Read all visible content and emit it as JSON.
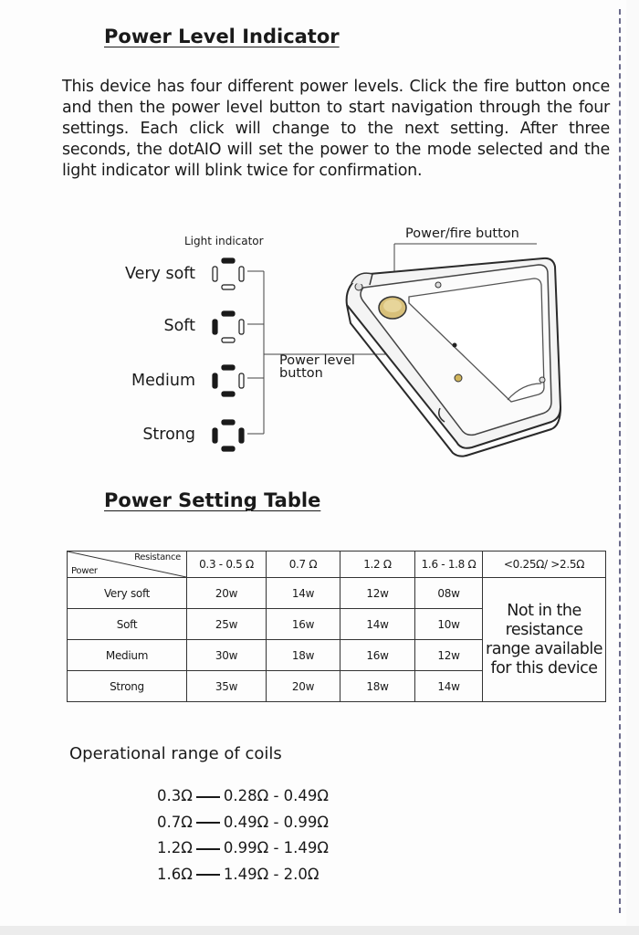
{
  "title": "Power Level Indicator",
  "intro": "This device has four different power levels. Click the fire button once and then the power level button to start navigation through the four settings. Each click will change to the next setting. After three seconds, the dotAIO will set the power to the mode selected and the light indicator will blink twice for confirmation.",
  "diagram": {
    "light_indicator_label": "Light indicator",
    "levels": [
      "Very soft",
      "Soft",
      "Medium",
      "Strong"
    ],
    "lit_segments": [
      1,
      2,
      3,
      4
    ],
    "power_level_button_label": "Power level\nbutton",
    "power_fire_button_label": "Power/fire button"
  },
  "table": {
    "title": "Power Setting Table",
    "corner_top": "Resistance",
    "corner_bottom": "Power",
    "columns": [
      "0.3 - 0.5 Ω",
      "0.7 Ω",
      "1.2 Ω",
      "1.6 - 1.8 Ω",
      "<0.25Ω/ >2.5Ω"
    ],
    "rows": [
      {
        "label": "Very soft",
        "values": [
          "20w",
          "14w",
          "12w",
          "08w"
        ]
      },
      {
        "label": "Soft",
        "values": [
          "25w",
          "16w",
          "14w",
          "10w"
        ]
      },
      {
        "label": "Medium",
        "values": [
          "30w",
          "18w",
          "16w",
          "12w"
        ]
      },
      {
        "label": "Strong",
        "values": [
          "35w",
          "20w",
          "18w",
          "14w"
        ]
      }
    ],
    "note": "Not in the resistance range available for this device"
  },
  "coils": {
    "title": "Operational range of coils",
    "items": [
      {
        "nominal": "0.3Ω",
        "range": "0.28Ω - 0.49Ω"
      },
      {
        "nominal": "0.7Ω",
        "range": "0.49Ω - 0.99Ω"
      },
      {
        "nominal": "1.2Ω",
        "range": "0.99Ω - 1.49Ω"
      },
      {
        "nominal": "1.6Ω",
        "range": "1.49Ω - 2.0Ω"
      }
    ]
  }
}
